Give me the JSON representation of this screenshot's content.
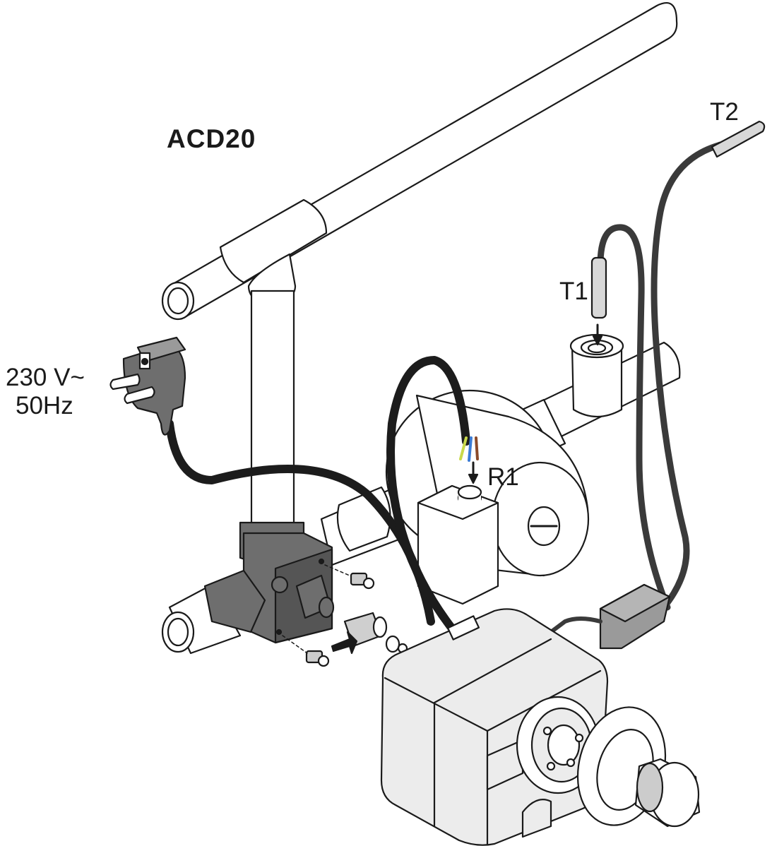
{
  "diagram": {
    "title": "ACD20",
    "power_line1": "230 V~",
    "power_line2": "50Hz",
    "sensor_t1": "T1",
    "sensor_t2": "T2",
    "output_r1": "R1"
  },
  "colors": {
    "outline": "#1a1a1a",
    "pipe_fill": "#ffffff",
    "valve_body": "#6e6e6e",
    "valve_dark": "#555555",
    "cable": "#3a3a3a",
    "cable_black": "#1c1c1c",
    "actuator_fill": "#ececec",
    "sensor_probe": "#d8d8d8",
    "wire_yellow_green": "#c9d94a",
    "wire_blue": "#3a7bd5",
    "wire_brown": "#8a4a2a"
  },
  "icons": [
    "plug-icon",
    "arrow-down-icon",
    "arrow-left-icon",
    "screw-icon"
  ]
}
